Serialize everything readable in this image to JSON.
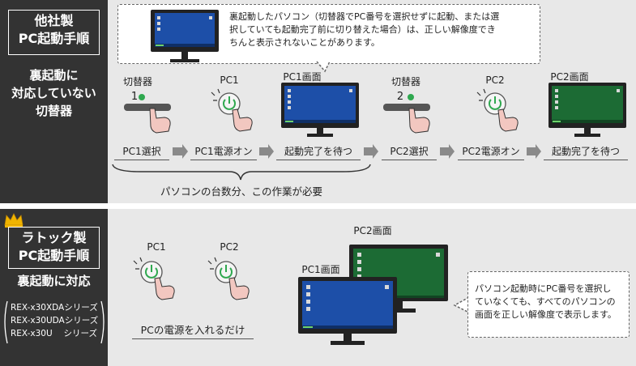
{
  "top": {
    "label_box": [
      "他社製",
      "PC起動手順"
    ],
    "subtitle": [
      "裏起動に",
      "対応していない",
      "切替器"
    ],
    "callout_text": [
      "裏起動したパソコン（切替器でPC番号を選択せずに起動、または選",
      "択していても起動完了前に切り替えた場合）は、正しい解像度でき",
      "ちんと表示されないことがあります。"
    ],
    "steps_top": [
      "切替器",
      "PC1",
      "PC1画面",
      "切替器",
      "PC2",
      "PC2画面"
    ],
    "switch_numbers": [
      "1",
      "2"
    ],
    "flow": [
      "PC1選択",
      "PC1電源オン",
      "起動完了を待つ",
      "PC2選択",
      "PC2電源オン",
      "起動完了を待つ"
    ],
    "brace_text": "パソコンの台数分、この作業が必要"
  },
  "bottom": {
    "label_box": [
      "ラトック製",
      "PC起動手順"
    ],
    "subtitle": "裏起動に対応",
    "models": [
      "REX-x30XDAシリーズ",
      "REX-x30UDAシリーズ",
      "REX-x30U　 シリーズ"
    ],
    "pc_labels": [
      "PC1",
      "PC2"
    ],
    "screen_labels": [
      "PC2画面",
      "PC1画面"
    ],
    "bottom_text": "PCの電源を入れるだけ",
    "callout_text": [
      "パソコン起動時にPC番号を選択し",
      "ていなくても、すべてのパソコンの",
      "画面を正しい解像度で表示します。"
    ]
  },
  "colors": {
    "panel_dark": "#333333",
    "panel_light": "#e8e8e8",
    "screen_blue": "#1d4fa8",
    "screen_green": "#1c6b34",
    "led_green": "#2fa84f",
    "crown_gold": "#f0b400",
    "arrow_gray": "#8a8a8a"
  }
}
